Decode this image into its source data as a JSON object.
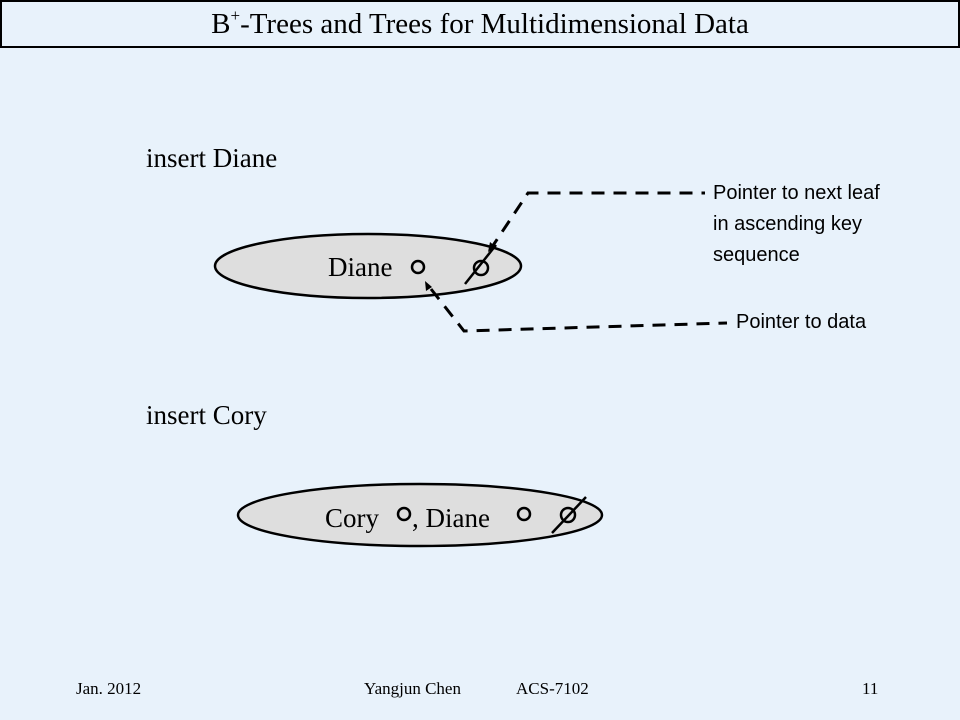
{
  "header": {
    "title_prefix": "B",
    "title_superscript": "+",
    "title_rest": "-Trees and Trees for Multidimensional Data"
  },
  "step1": {
    "heading": "insert Diane",
    "keys": [
      "Diane"
    ]
  },
  "step2": {
    "heading": "insert Cory",
    "keys": [
      "Cory",
      ", Diane"
    ]
  },
  "annotations": {
    "next_leaf_pointer": [
      "Pointer to next leaf",
      "in ascending key",
      "sequence"
    ],
    "data_pointer": "Pointer to data"
  },
  "footer": {
    "date": "Jan. 2012",
    "author": "Yangjun Chen",
    "course": "ACS-7102",
    "page": "11"
  },
  "colors": {
    "background": "#e8f2fb",
    "node_fill": "#dedede",
    "stroke": "#000000"
  }
}
